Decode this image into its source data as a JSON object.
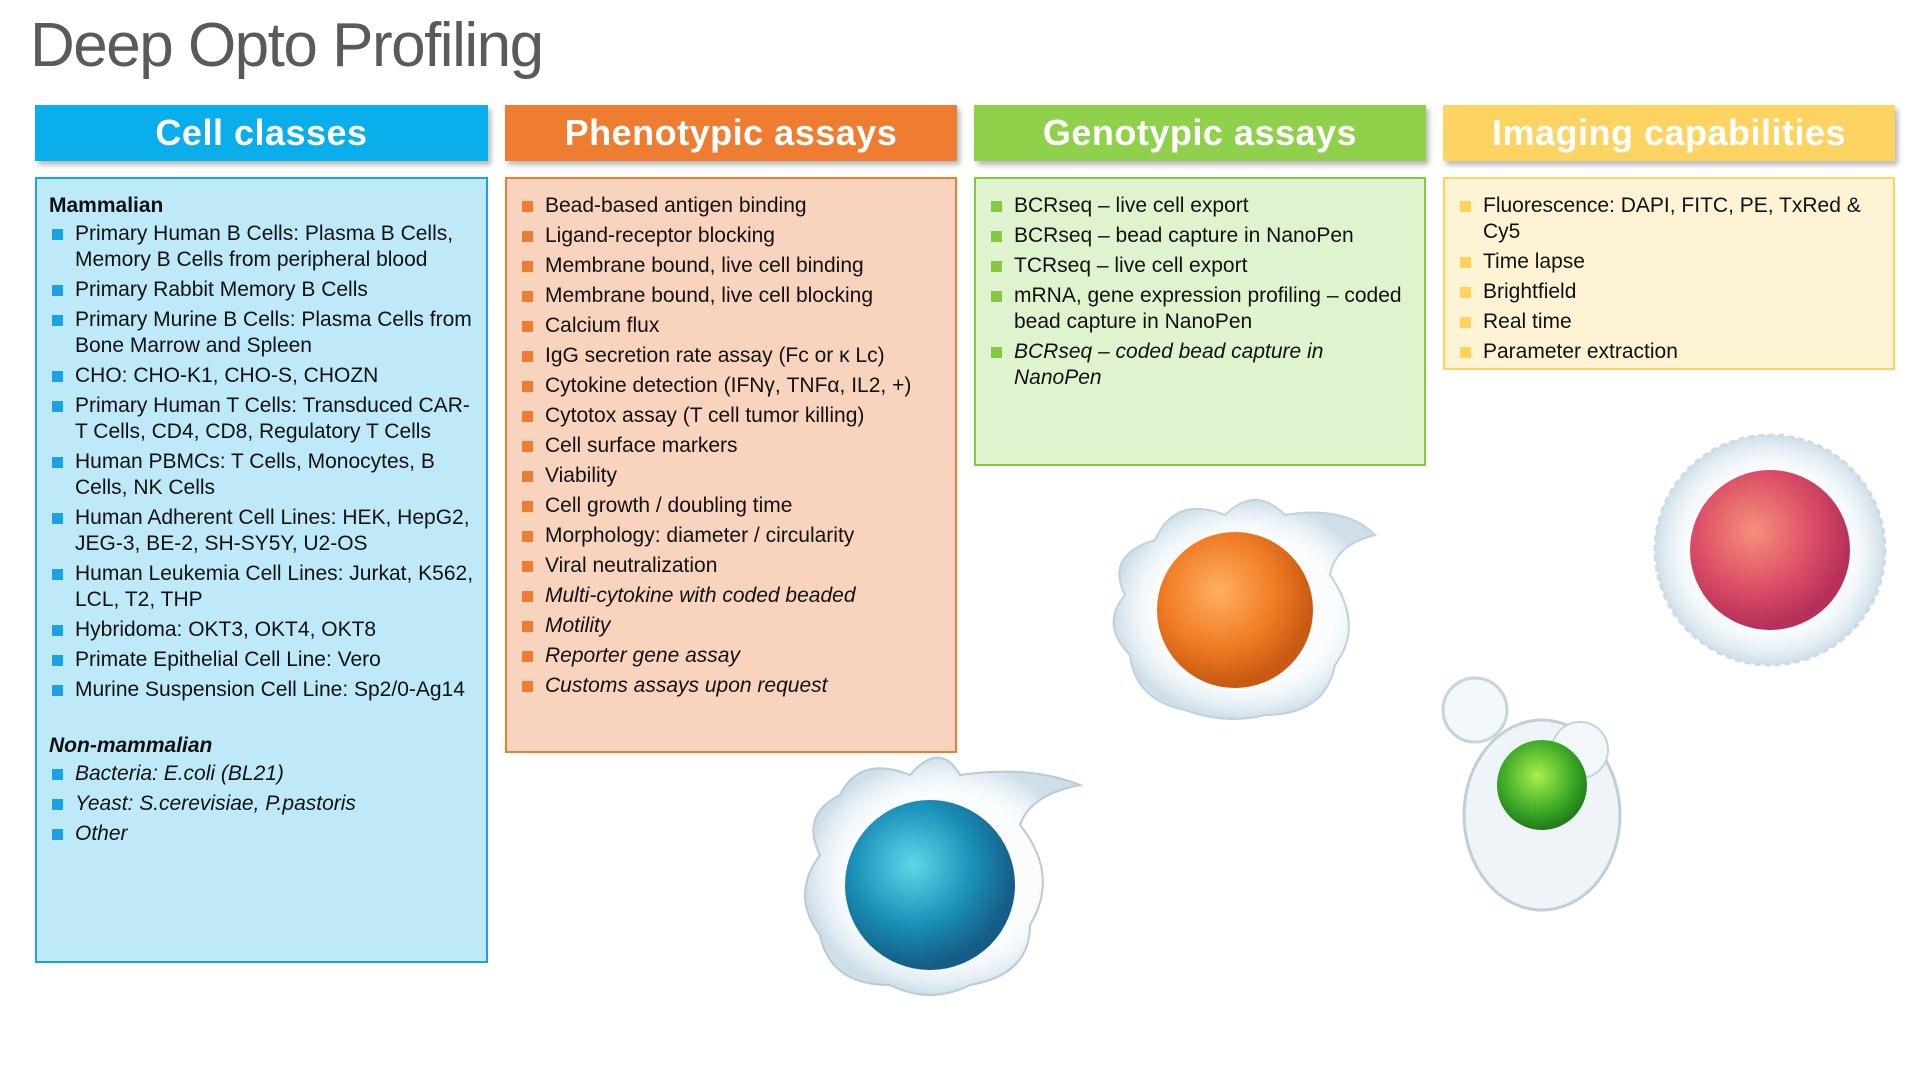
{
  "title": "Deep Opto Profiling",
  "colors": {
    "cell_header": "#0aaeeb",
    "cell_box_bg": "#bde9f9",
    "cell_bullet": "#1aa3e0",
    "pheno_header": "#ef7d31",
    "pheno_box_bg": "#f8d3bd",
    "pheno_bullet": "#ef7d31",
    "geno_header": "#8fd14b",
    "geno_box_bg": "#e0f3cf",
    "geno_bullet": "#85c943",
    "img_header": "#fdd461",
    "img_box_bg": "#fff3d6",
    "img_bullet": "#ffd35a"
  },
  "columns": {
    "cells": {
      "header": "Cell classes",
      "mammalian_heading": "Mammalian",
      "mammalian_items": [
        "Primary Human B Cells: Plasma B Cells, Memory B Cells from peripheral blood",
        "Primary Rabbit Memory B Cells",
        "Primary Murine B Cells: Plasma Cells from Bone Marrow and Spleen",
        "CHO: CHO-K1, CHO-S, CHOZN",
        "Primary Human T Cells: Transduced CAR-T Cells, CD4, CD8, Regulatory T Cells",
        "Human PBMCs: T Cells, Monocytes, B Cells, NK Cells",
        "Human Adherent Cell Lines: HEK, HepG2, JEG-3, BE-2, SH-SY5Y, U2-OS",
        "Human Leukemia Cell Lines: Jurkat, K562, LCL, T2, THP",
        "Hybridoma: OKT3, OKT4, OKT8",
        "Primate Epithelial Cell Line: Vero",
        "Murine Suspension Cell Line: Sp2/0-Ag14"
      ],
      "nonmammalian_heading": "Non-mammalian",
      "nonmammalian_items": [
        "Bacteria: E.coli (BL21)",
        "Yeast: S.cerevisiae, P.pastoris",
        "Other"
      ]
    },
    "pheno": {
      "header": "Phenotypic assays",
      "items": [
        "Bead-based antigen binding",
        "Ligand-receptor blocking",
        "Membrane bound, live cell binding",
        "Membrane bound, live cell blocking",
        "Calcium flux",
        "IgG secretion rate assay (Fc or κ Lc)",
        "Cytokine detection (IFNγ, TNFα, IL2, +)",
        "Cytotox assay (T cell tumor killing)",
        "Cell surface markers",
        "Viability",
        "Cell growth / doubling time",
        "Morphology: diameter / circularity",
        "Viral neutralization"
      ],
      "italic_items": [
        "Multi-cytokine with coded beaded",
        "Motility",
        "Reporter gene assay",
        "Customs assays upon request"
      ]
    },
    "geno": {
      "header": "Genotypic assays",
      "items": [
        "BCRseq – live cell export",
        "BCRseq – bead capture in NanoPen",
        "TCRseq – live cell export",
        "mRNA, gene expression profiling – coded bead capture in NanoPen"
      ],
      "italic_items": [
        "BCRseq – coded bead capture in NanoPen"
      ]
    },
    "imaging": {
      "header": "Imaging capabilities",
      "items": [
        "Fluorescence:  DAPI, FITC, PE, TxRed & Cy5",
        "Time lapse",
        "Brightfield",
        "Real time",
        "Parameter extraction"
      ]
    }
  }
}
